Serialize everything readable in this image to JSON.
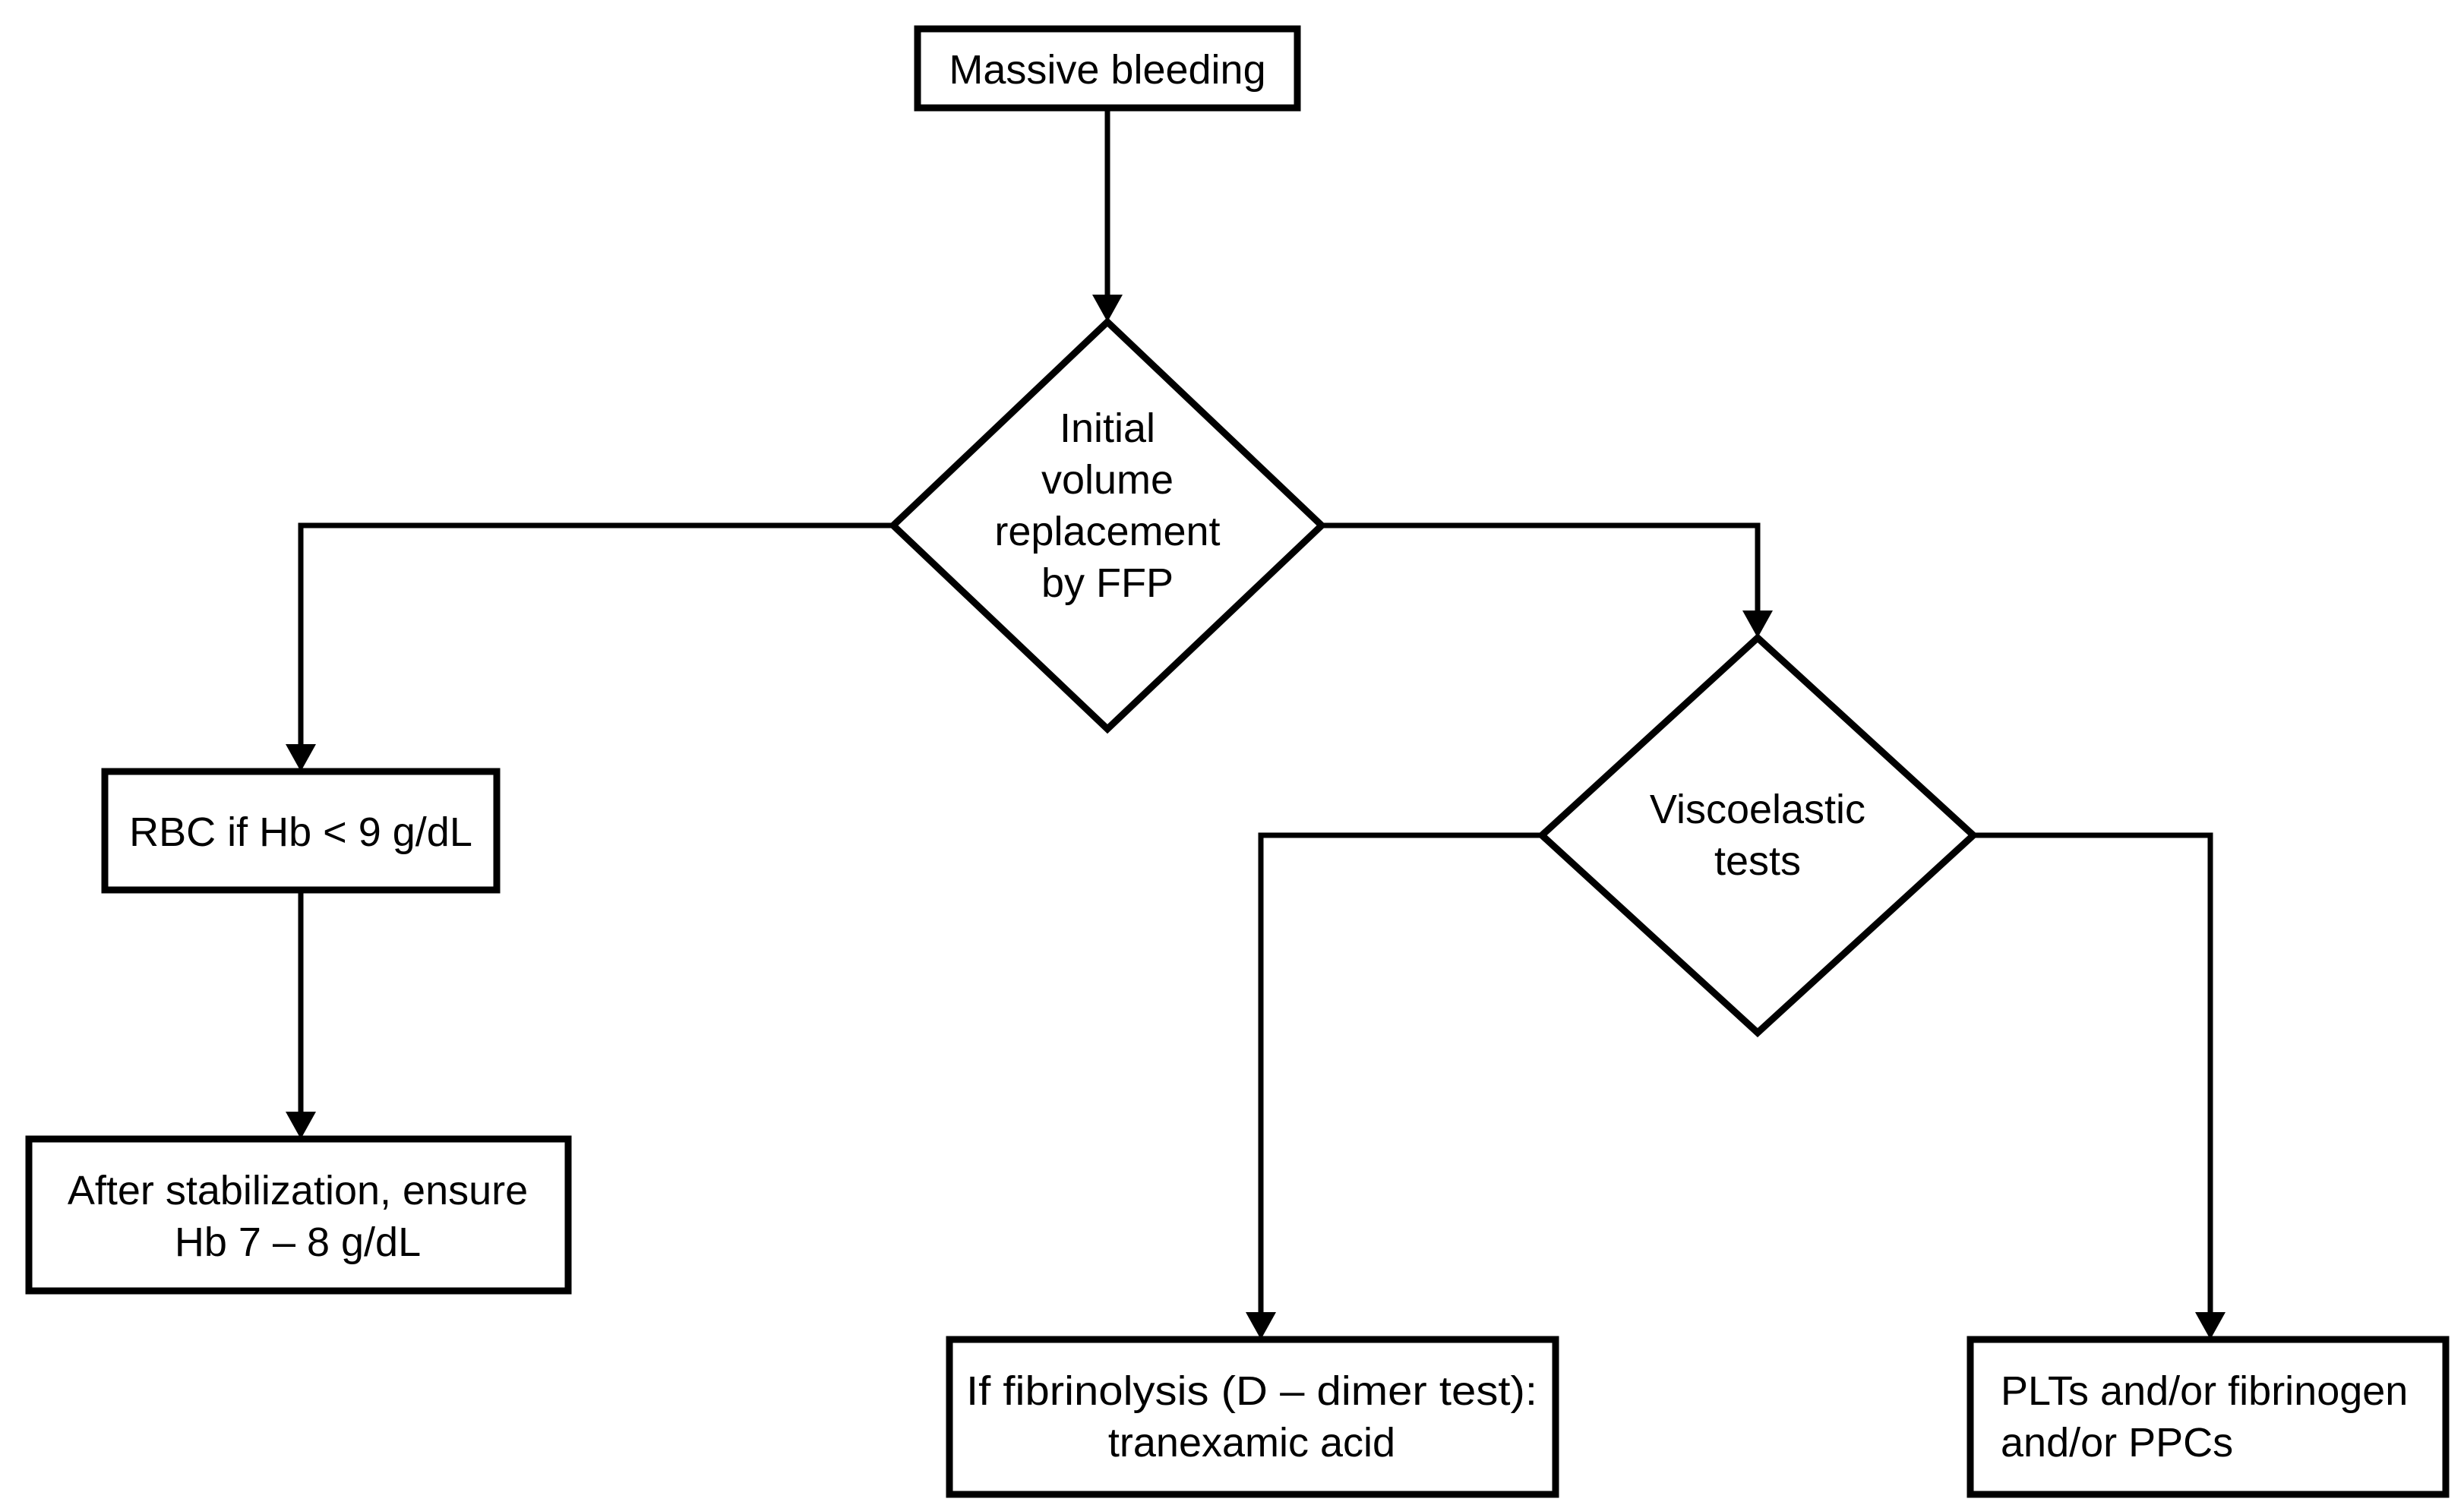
{
  "figure": {
    "type": "flowchart",
    "background_color": "#ffffff",
    "line_color": "#000000",
    "text_color": "#000000"
  },
  "nodes": {
    "massive_bleeding": {
      "shape": "rectangle",
      "label": "Massive bleeding"
    },
    "initial_volume_replacement": {
      "shape": "diamond",
      "lines": [
        "Initial",
        "volume",
        "replacement",
        "by FFP"
      ]
    },
    "rbc_transfusion": {
      "shape": "rectangle",
      "label": "RBC if Hb < 9 g/dL"
    },
    "after_stabilization": {
      "shape": "rectangle",
      "lines": [
        "After stabilization, ensure",
        "Hb 7 – 8 g/dL"
      ]
    },
    "viscoelastic_tests": {
      "shape": "diamond",
      "lines": [
        "Viscoelastic",
        "tests"
      ]
    },
    "fibrinolysis_treatment": {
      "shape": "rectangle",
      "lines": [
        "If fibrinolysis (D – dimer test):",
        "tranexamic acid"
      ]
    },
    "plt_fibrinogen_ppc": {
      "shape": "rectangle",
      "lines": [
        "PLTs and/or fibrinogen",
        "and/or PPCs"
      ]
    }
  },
  "edges": [
    {
      "from": "massive_bleeding",
      "to": "initial_volume_replacement"
    },
    {
      "from": "initial_volume_replacement",
      "to": "rbc_transfusion"
    },
    {
      "from": "rbc_transfusion",
      "to": "after_stabilization"
    },
    {
      "from": "initial_volume_replacement",
      "to": "viscoelastic_tests"
    },
    {
      "from": "viscoelastic_tests",
      "to": "fibrinolysis_treatment"
    },
    {
      "from": "viscoelastic_tests",
      "to": "plt_fibrinogen_ppc"
    }
  ]
}
